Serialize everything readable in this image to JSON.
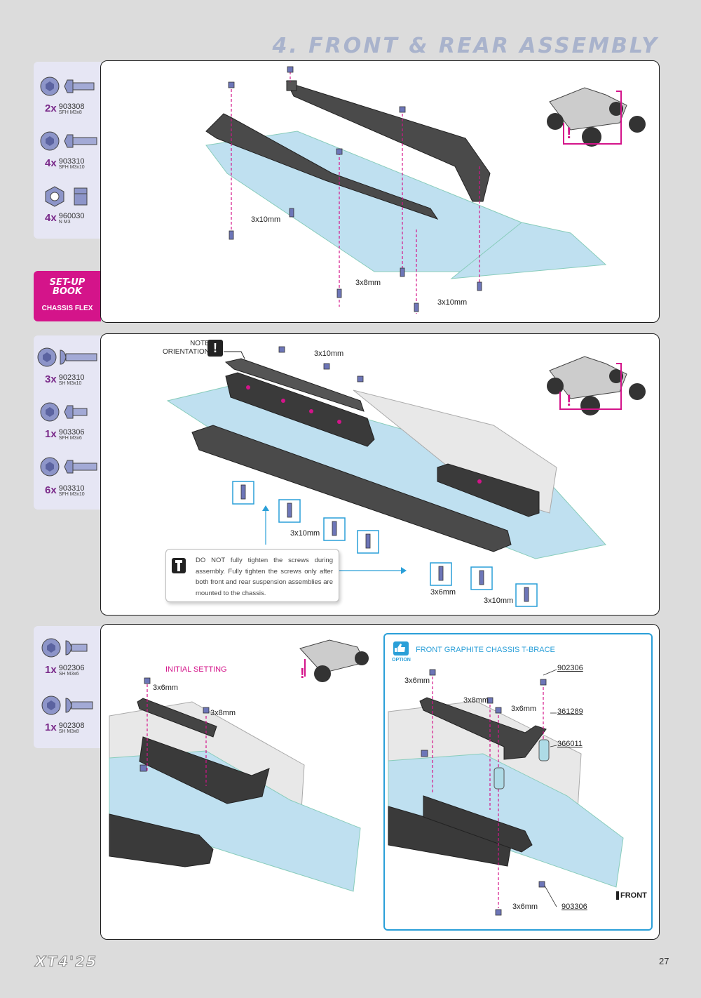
{
  "page": {
    "title": "4. FRONT & REAR ASSEMBLY",
    "page_number": "27",
    "logo_text": "XT4'25"
  },
  "step1": {
    "parts": [
      {
        "qty": "2x",
        "code": "903308",
        "spec": "SFH M3x8",
        "icon": "flat-head-screw-icon"
      },
      {
        "qty": "4x",
        "code": "903310",
        "spec": "SFH M3x10",
        "icon": "flat-head-screw-icon"
      },
      {
        "qty": "4x",
        "code": "960030",
        "spec": "N M3",
        "icon": "hex-nut-icon"
      }
    ],
    "setup_book": {
      "title_line1": "SET-UP",
      "title_line2": "BOOK",
      "subtitle": "CHASSIS FLEX"
    },
    "labels": {
      "screw_a": "3x10mm",
      "screw_b": "3x8mm",
      "screw_c": "3x10mm"
    }
  },
  "step2": {
    "parts": [
      {
        "qty": "3x",
        "code": "902310",
        "spec": "SH M3x10",
        "icon": "button-head-screw-icon"
      },
      {
        "qty": "1x",
        "code": "903306",
        "spec": "SFH M3x6",
        "icon": "flat-head-screw-icon"
      },
      {
        "qty": "6x",
        "code": "903310",
        "spec": "SFH M3x10",
        "icon": "flat-head-screw-icon"
      }
    ],
    "note_line1": "NOTE",
    "note_line2": "ORIENTATION",
    "labels": {
      "top": "3x10mm",
      "mid": "3x10mm",
      "right1": "3x6mm",
      "right2": "3x10mm"
    },
    "warning": "DO NOT fully tighten the screws during assembly. Fully tighten the screws only after both front and rear suspension assemblies are mounted to the chassis."
  },
  "step3": {
    "parts": [
      {
        "qty": "1x",
        "code": "902306",
        "spec": "SH M3x6",
        "icon": "button-head-screw-icon"
      },
      {
        "qty": "1x",
        "code": "902308",
        "spec": "SH M3x8",
        "icon": "button-head-screw-icon"
      }
    ],
    "initial_setting": "INITIAL SETTING",
    "labels": {
      "a": "3x6mm",
      "b": "3x8mm"
    },
    "option": {
      "badge": "OPTION",
      "title": "FRONT GRAPHITE CHASSIS T-BRACE",
      "labels": {
        "s1": "3x6mm",
        "s2": "3x8mm",
        "s3": "3x6mm",
        "s4": "3x6mm",
        "p1": "902306",
        "p2": "361289",
        "p3": "366011",
        "p4": "903306",
        "front": "FRONT"
      }
    }
  },
  "colors": {
    "accent": "#d4148a",
    "plate": "#bfe0f0",
    "option_border": "#2a9fd8",
    "title": "#a9b3cc"
  }
}
